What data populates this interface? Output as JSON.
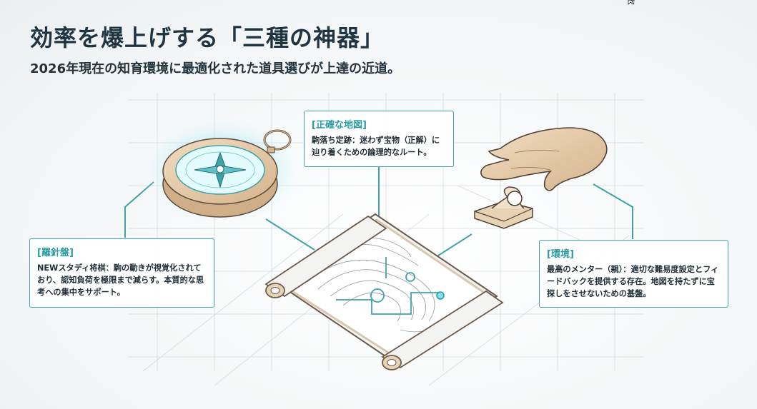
{
  "header": {
    "title": "効率を爆上げする「三種の神器」",
    "subtitle": "2026年現在の知育環境に最適化された道具選びが上達の近道。"
  },
  "cards": {
    "map": {
      "title": "[正確な地図]",
      "body": "駒落ち定跡：迷わず宝物（正解）に辿り着くための論理的なルート。"
    },
    "compass": {
      "title": "[羅針盤]",
      "body": "NEWスタディ将棋：駒の動きが視覚化されており、認知負荷を極限まで減らす。本質的な思考への集中をサポート。"
    },
    "environment": {
      "title": "[環境]",
      "body": "最高のメンター（親）：適切な難易度設定とフィードバックを提供する存在。地図を持たずに宝探しをさせないための基盤。"
    }
  },
  "colors": {
    "accent": "#3fa3a8",
    "title": "#1e3441",
    "wood": "#e8d2b4",
    "glow": "#7fe3ef"
  },
  "icons": [
    "compass-icon",
    "map-scroll-icon",
    "hand-icon",
    "chess-piece-icon",
    "cursor-icon"
  ]
}
